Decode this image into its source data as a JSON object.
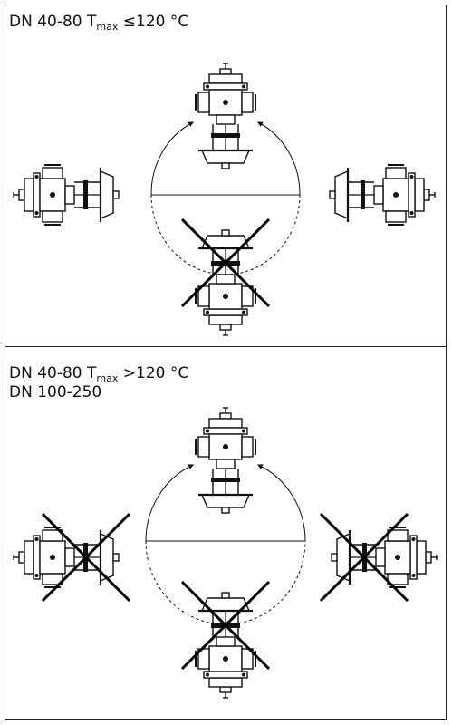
{
  "sections": [
    {
      "line1_prefix": "DN 40-80 T",
      "line1_sub": "max",
      "line1_suffix": " ≤120 °C",
      "allowed": {
        "top": true,
        "left": true,
        "right": true,
        "bottom": false
      }
    },
    {
      "line1_prefix": "DN 40-80 T",
      "line1_sub": "max",
      "line1_suffix": " >120 °C",
      "line2": "DN 100-250",
      "allowed": {
        "top": true,
        "left": false,
        "right": false,
        "bottom": false
      }
    }
  ],
  "colors": {
    "line": "#111111",
    "cross": "#000000",
    "background": "#ffffff"
  }
}
